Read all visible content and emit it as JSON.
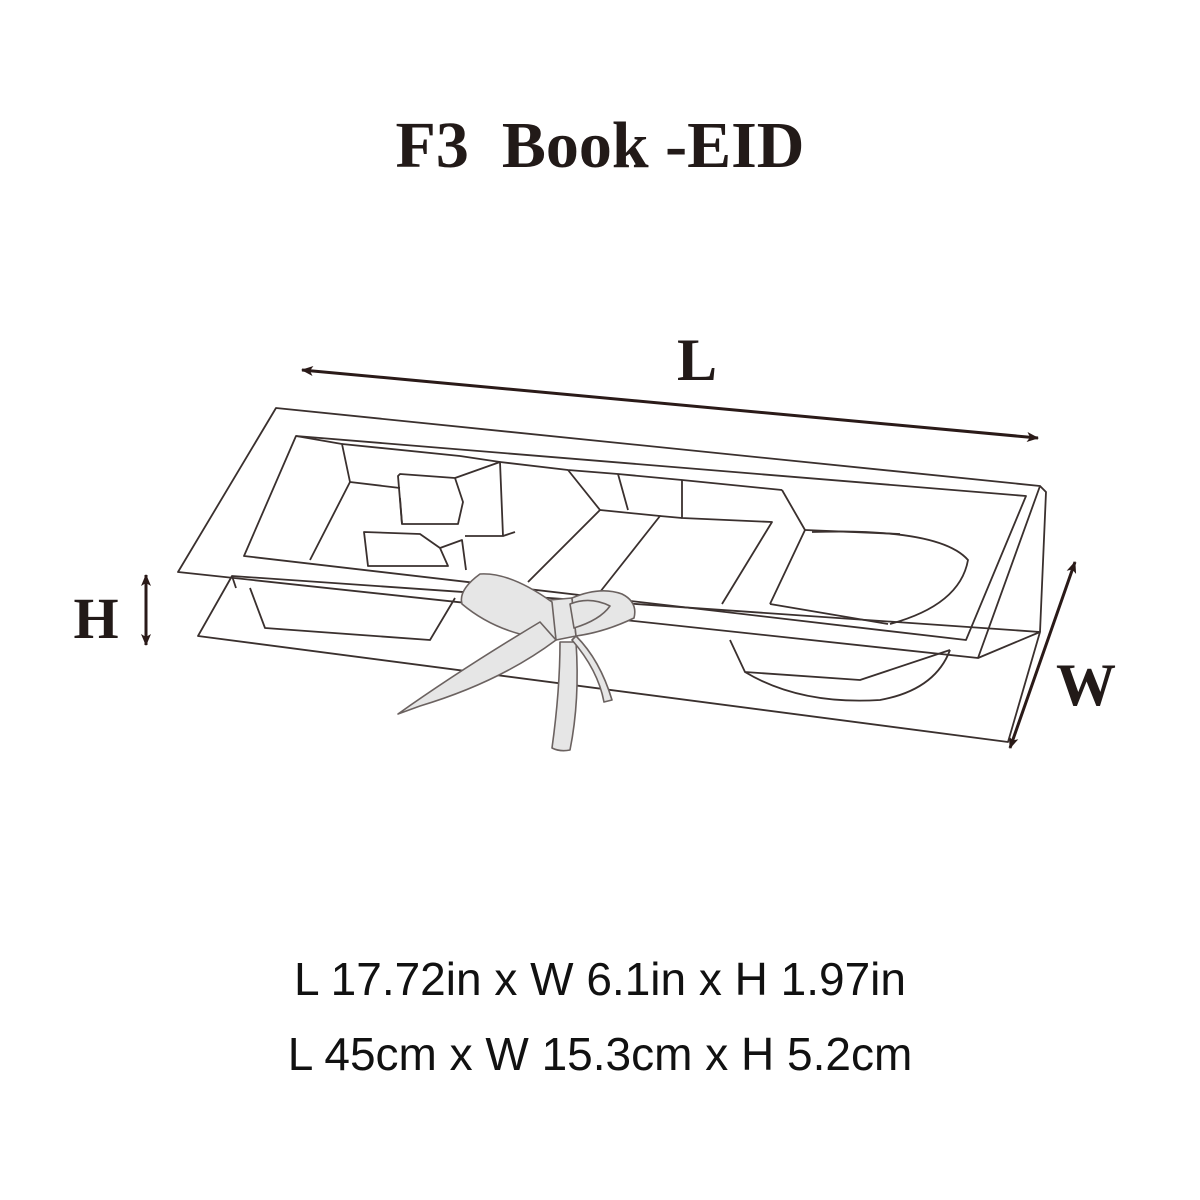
{
  "title": "F3  Book -EID",
  "labels": {
    "length": "L",
    "width": "W",
    "height": "H"
  },
  "dimensions": {
    "imperial": "L 17.72in x W 6.1in x H 1.97in",
    "metric": "L 45cm x W 15.3cm x H 5.2cm"
  },
  "colors": {
    "line": "#3a302e",
    "arrow": "#2a1a18",
    "ribbon": "#e6e6e6"
  }
}
